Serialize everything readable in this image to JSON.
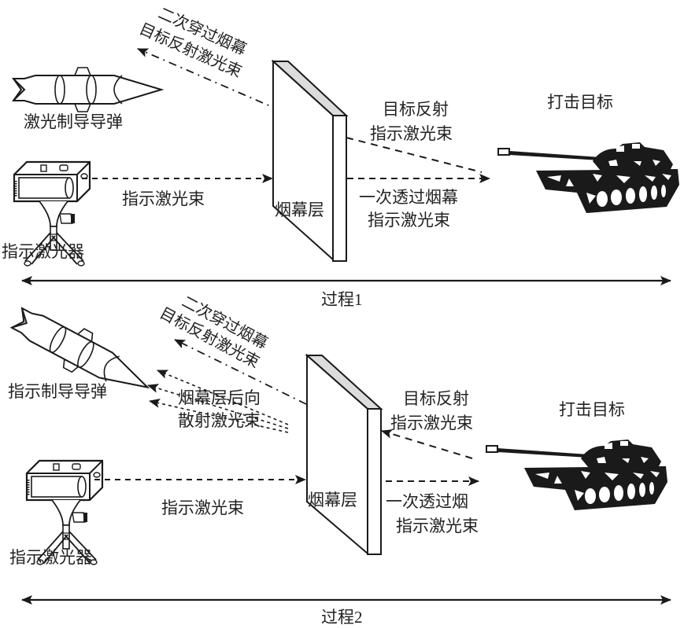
{
  "colors": {
    "ink": "#1a1a1a",
    "smoke_top": "#dcdcdc",
    "background": "#ffffff"
  },
  "process1": {
    "caption": "过程1",
    "missile_label": "激光制导导弹",
    "designator_label": "指示激光器",
    "laser_beam_label": "指示激光束",
    "smoke_label": "烟幕层",
    "target_label": "打击目标",
    "reflected_label_line1": "目标反射",
    "reflected_label_line2": "指示激光束",
    "transmitted_label_line1": "一次透过烟幕",
    "transmitted_label_line2": "指示激光束",
    "second_pass_line1": "二次穿过烟幕",
    "second_pass_line2": "目标反射激光束"
  },
  "process2": {
    "caption": "过程2",
    "missile_label": "指示制导导弹",
    "designator_label": "指示激光器",
    "laser_beam_label": "指示激光束",
    "smoke_label": "烟幕层",
    "target_label": "打击目标",
    "reflected_label_line1": "目标反射",
    "reflected_label_line2": "指示激光束",
    "transmitted_label_line1": "一次透过烟",
    "transmitted_label_line2": "指示激光束",
    "second_pass_line1": "二次穿过烟幕",
    "second_pass_line2": "目标反射激光束",
    "backscatter_line1": "烟幕层后向",
    "backscatter_line2": "散射激光束"
  }
}
